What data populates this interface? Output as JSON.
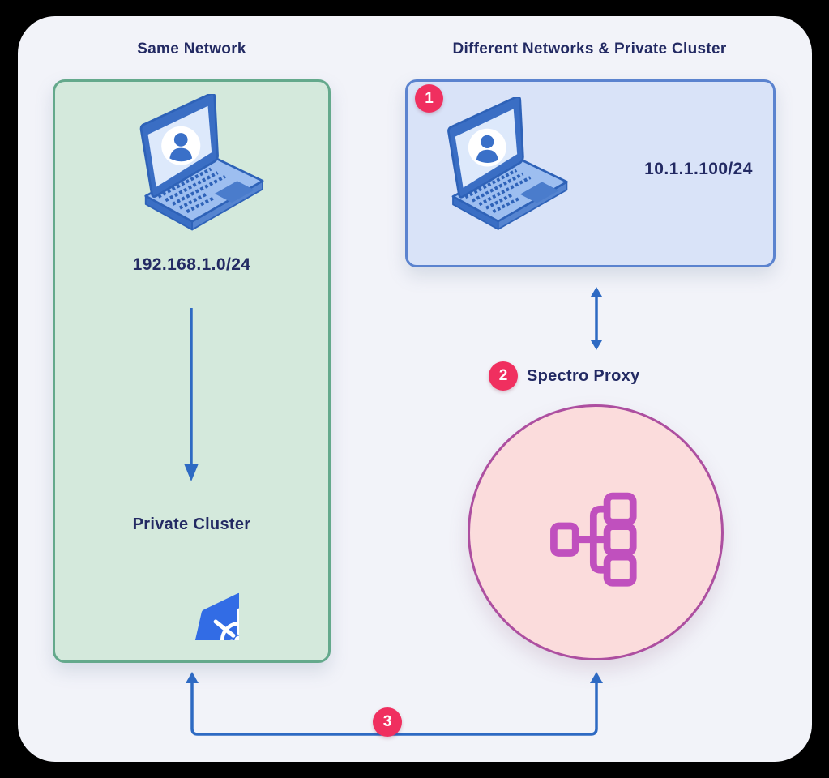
{
  "left_panel": {
    "title": "Same Network",
    "cidr": "192.168.1.0/24",
    "cluster_label": "Private Cluster",
    "laptop_icon": "laptop-user-icon",
    "kubernetes_icon": "kubernetes-logo"
  },
  "right_panel": {
    "title": "Different Networks & Private Cluster",
    "step_badge": "1",
    "cidr": "10.1.1.100/24",
    "laptop_icon": "laptop-user-icon"
  },
  "proxy": {
    "step_badge": "2",
    "label": "Spectro Proxy",
    "icon": "network-tree-icon"
  },
  "connector": {
    "step_badge": "3",
    "style": "double-headed and U-shaped blue arrows"
  },
  "colors": {
    "outer_background": "#000000",
    "card_background": "#f2f3f9",
    "heading_text": "#232a63",
    "green_panel_fill": "#d4e9dc",
    "green_panel_border": "#64a98c",
    "blue_panel_fill": "#d9e3f8",
    "blue_panel_border": "#5b83cf",
    "arrow_blue": "#2e6ac3",
    "badge_pink": "#f02f5f",
    "proxy_circle_fill": "#fbdcdc",
    "proxy_circle_border": "#ad4fa0",
    "proxy_icon_stroke": "#c050be",
    "kubernetes_blue": "#326ce5",
    "laptop_frame_blue": "#3a6ec4"
  }
}
